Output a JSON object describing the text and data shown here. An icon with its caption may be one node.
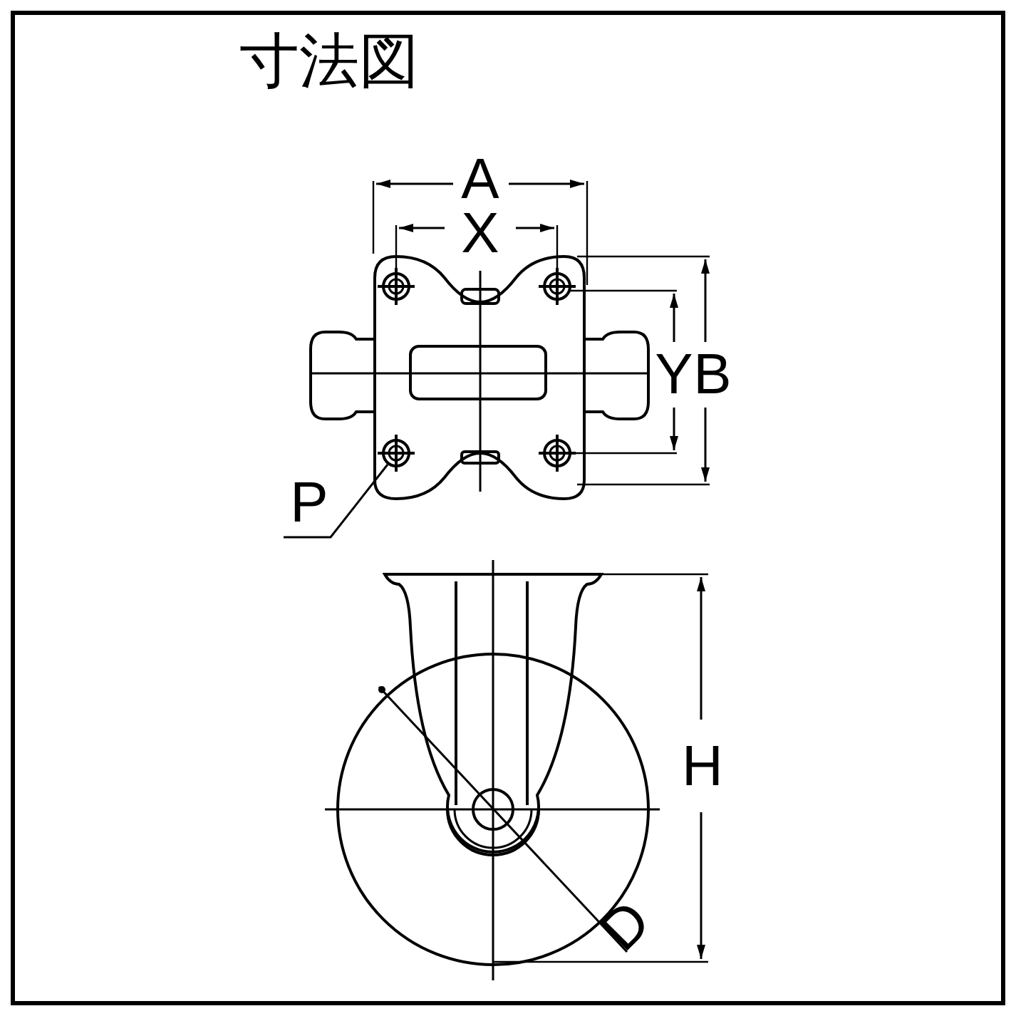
{
  "diagram": {
    "title": "寸法図",
    "nodes": [
      {
        "text": [
          "P"
        ]
      },
      {
        "text": [],
        "shape": "circle"
      }
    ],
    "edges": [
      {
        "from": 0,
        "to": 1,
        "arrow": "none"
      }
    ],
    "labels": [
      "A",
      "X",
      "Y",
      "B",
      "H",
      "D"
    ]
  }
}
